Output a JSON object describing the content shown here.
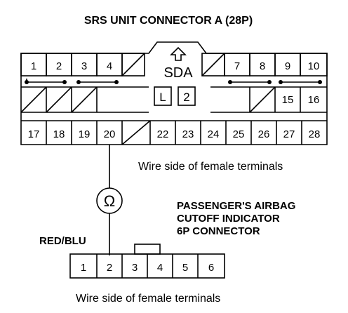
{
  "title": "SRS UNIT CONNECTOR A (28P)",
  "connector_a": {
    "top_left_pins": [
      "1",
      "2",
      "3",
      "4"
    ],
    "top_right_pins": [
      "7",
      "8",
      "9",
      "10"
    ],
    "middle_right_pins": [
      "15",
      "16"
    ],
    "bottom_pins_left": [
      "17",
      "18",
      "19",
      "20"
    ],
    "bottom_pins_right": [
      "22",
      "23",
      "24",
      "25",
      "26",
      "27",
      "28"
    ],
    "center_label": "SDA",
    "lock_label_l": "L",
    "lock_label_2": "2"
  },
  "wire_side_label_a": "Wire side of female terminals",
  "ohmmeter_symbol": "Ω",
  "wire_color": "RED/BLU",
  "passenger_label": {
    "line1": "PASSENGER'S AIRBAG",
    "line2": "CUTOFF INDICATOR",
    "line3": "6P CONNECTOR"
  },
  "connector_6p": {
    "pins": [
      "1",
      "2",
      "3",
      "4",
      "5",
      "6"
    ]
  },
  "wire_side_label_b": "Wire side of female terminals"
}
